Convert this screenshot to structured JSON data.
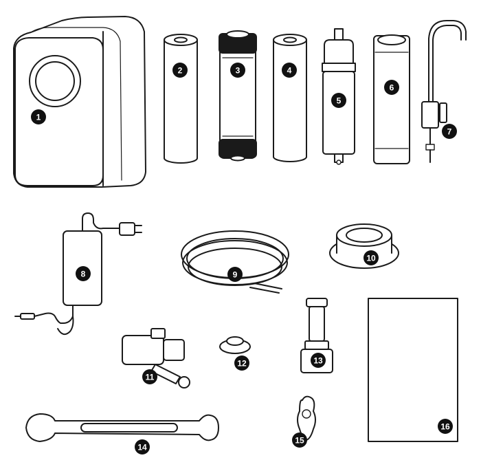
{
  "colors": {
    "outline": "#1a1a1a",
    "badge": "#111111",
    "badge_text": "#ffffff",
    "background": "#ffffff"
  },
  "parts": [
    {
      "id": "1",
      "label": "1"
    },
    {
      "id": "2",
      "label": "2"
    },
    {
      "id": "3",
      "label": "3"
    },
    {
      "id": "4",
      "label": "4"
    },
    {
      "id": "5",
      "label": "5"
    },
    {
      "id": "6",
      "label": "6"
    },
    {
      "id": "7",
      "label": "7"
    },
    {
      "id": "8",
      "label": "8"
    },
    {
      "id": "9",
      "label": "9"
    },
    {
      "id": "10",
      "label": "10"
    },
    {
      "id": "11",
      "label": "11"
    },
    {
      "id": "12",
      "label": "12"
    },
    {
      "id": "13",
      "label": "13"
    },
    {
      "id": "14",
      "label": "14"
    },
    {
      "id": "15",
      "label": "15"
    },
    {
      "id": "16",
      "label": "16"
    }
  ]
}
